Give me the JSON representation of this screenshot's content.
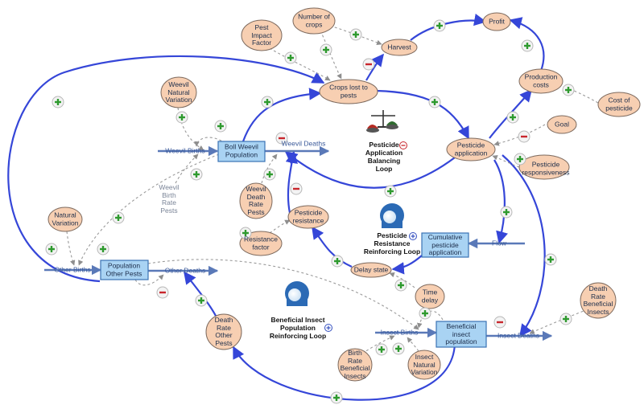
{
  "variables": {
    "pest_impact_factor": "Pest\nImpact\nFactor",
    "number_of_crops": "Number of\ncrops",
    "harvest": "Harvest",
    "profit": "Profit",
    "crops_lost": "Crops lost to\npests",
    "production_costs": "Production\ncosts",
    "cost_of_pesticide": "Cost of\npesticide",
    "weevil_natural_variation": "Weevil\nNatural\nVariation",
    "goal": "Goal",
    "pesticide_application": "Pesticide\napplication",
    "pesticide_responsiveness": "Pesticide\nresponsiveness",
    "weevil_death_rate": "Weevil\nDeath\nRate\nPests",
    "pesticide_resistance": "Pesticide\nresistance",
    "resistance_factor": "Resistance\nfactor",
    "natural_variation": "Natural\nVariation",
    "delay_state": "Delay state",
    "time_delay": "Time\ndelay",
    "death_rate_other_pests": "Death\nRate\nOther\nPests",
    "birth_rate_beneficial": "Birth\nRate\nBeneficial\nInsects",
    "insect_natural_variation": "Insect\nNatural\nVariation",
    "death_rate_beneficial": "Death\nRate\nBeneficial\nInsects"
  },
  "stocks": {
    "boll_weevil": "Boll Weevil\nPopulation",
    "cumulative_pesticide": "Cumulative\npesticide\napplication",
    "other_pests": "Population\nOther Pests",
    "beneficial_insect": "Beneficial\ninsect\npopulation"
  },
  "flows": {
    "weevil_births": "Weevil Births",
    "weevil_deaths": "Weevil Deaths",
    "flow": "Flow",
    "other_births": "Other Births",
    "other_deaths": "Other Deaths",
    "insect_births": "Insect Births",
    "insect_deaths": "Insect Deaths"
  },
  "other_labels": {
    "weevil_birth_rate": "Weevil\nBirth\nRate\nPests"
  },
  "loops": {
    "balancing": "Pesticide\nApplication\nBalancing\nLoop",
    "resistance": "Pesticide\nResistance\nReinforcing Loop",
    "beneficial": "Beneficial Insect\nPopulation\nReinforcing Loop"
  },
  "colors": {
    "variable_fill": "#f7cfb2",
    "variable_stroke": "#7d6a5e",
    "stock_fill": "#a9d3f3",
    "stock_stroke": "#3b73b4",
    "link_blue": "#3546d8",
    "link_gray": "#9a9a9a",
    "plus": "#2f9a2f",
    "minus": "#c8262c"
  },
  "icons": [
    "balance-scale-icon",
    "snowball-icon",
    "plus-sign-icon",
    "minus-sign-icon"
  ]
}
